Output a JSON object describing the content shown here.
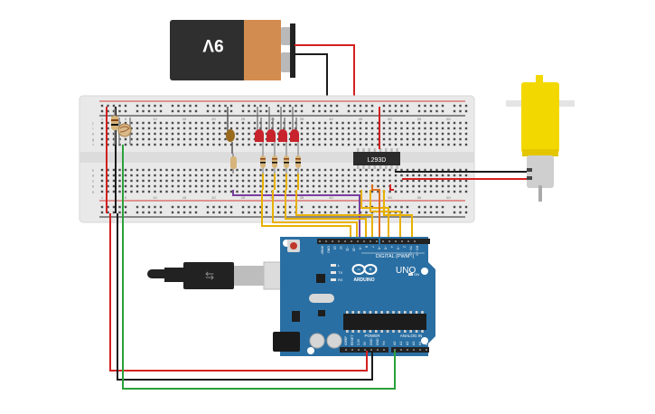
{
  "battery": {
    "label": "9V",
    "colors": {
      "body": "#2f2f2f",
      "cap": "#d38c4f",
      "terminal": "#b9b9b9"
    }
  },
  "breadboard": {
    "top_numbers": [
      "1",
      "5",
      "10",
      "15",
      "20",
      "25",
      "30",
      "35",
      "40",
      "45",
      "50",
      "55",
      "60"
    ],
    "row_letters_top": [
      "j",
      "i",
      "h",
      "g",
      "f"
    ],
    "row_letters_bottom": [
      "e",
      "d",
      "c",
      "b",
      "a"
    ],
    "colors": {
      "board": "#e9e9e9",
      "hole": "#4a4a4a",
      "rail_red": "#d23a3a",
      "rail_black": "#222222"
    }
  },
  "chip": {
    "label": "L293D",
    "color": "#2c2c2c"
  },
  "arduino": {
    "brand": "ARDUINO",
    "model": "UNO",
    "digital_label": "DIGITAL (PWM~)",
    "power_label": "POWER",
    "analog_label": "ANALOG IN",
    "tx_label": "TX",
    "rx_label": "RX",
    "on_label": "ON",
    "l_label": "L",
    "digital_pins": [
      "AREF",
      "GND",
      "13",
      "12",
      "~11",
      "~10",
      "~9",
      "8",
      "7",
      "~6",
      "~5",
      "4",
      "~3",
      "2",
      "TX→1",
      "RX←0"
    ],
    "power_pins": [
      "IOREF",
      "RESET",
      "3.3V",
      "5V",
      "GND",
      "GND",
      "Vin"
    ],
    "analog_pins": [
      "A0",
      "A1",
      "A2",
      "A3",
      "A4",
      "A5"
    ],
    "colors": {
      "board": "#2a6fa3",
      "board_dark": "#1d5a8a",
      "header": "#222222"
    }
  },
  "motor": {
    "colors": {
      "body": "#f3d800",
      "can": "#cfcfcf"
    }
  },
  "leds": {
    "count": 4,
    "color": "#c8232c"
  },
  "wire_colors": {
    "red": "#d32020",
    "black": "#1c1c1c",
    "yellow": "#e8b100",
    "purple": "#7a3fa0",
    "green": "#2aa13a",
    "orange": "#e07020"
  }
}
